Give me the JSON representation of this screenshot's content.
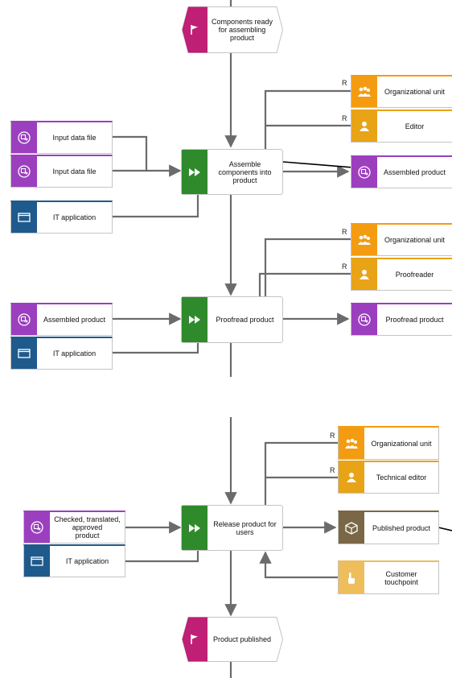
{
  "colors": {
    "event": "#bf1f74",
    "function": "#2f8a2c",
    "org": "#f39c12",
    "role": "#e8a317",
    "data": "#9b3fbf",
    "system": "#1f5a8c",
    "product": "#7a6746",
    "touchpoint": "#eebd5c",
    "line": "#6b6b6b"
  },
  "events": {
    "components_ready": "Components ready\nfor assembling\nproduct",
    "product_published": "Product published"
  },
  "functions": {
    "assemble": "Assemble\ncomponents into\nproduct",
    "proofread": "Proofread product",
    "release": "Release product for\nusers"
  },
  "inputs": {
    "input_data_file_1": "Input data file",
    "input_data_file_2": "Input data file",
    "it_application_1": "IT application",
    "assembled_product_in": "Assembled product",
    "it_application_2": "IT application",
    "checked_translated": "Checked, translated,\napproved\nproduct",
    "it_application_3": "IT application"
  },
  "outputs": {
    "assembled_product_out": "Assembled product",
    "proofread_product": "Proofread product",
    "published_product": "Published product"
  },
  "roles": {
    "org_unit_1": "Organizational unit",
    "editor": "Editor",
    "org_unit_2": "Organizational unit",
    "proofreader": "Proofreader",
    "org_unit_3": "Organizational unit",
    "technical_editor": "Technical editor"
  },
  "touchpoint": {
    "customer": "Customer\ntouchpoint"
  },
  "relation_marker": "R",
  "icons": {
    "event": "flag-icon",
    "function": "fast-forward-icon",
    "org": "group-icon",
    "role": "person-icon",
    "data": "data-file-icon",
    "system": "window-icon",
    "product": "package-icon",
    "touchpoint": "hand-pointer-icon"
  }
}
